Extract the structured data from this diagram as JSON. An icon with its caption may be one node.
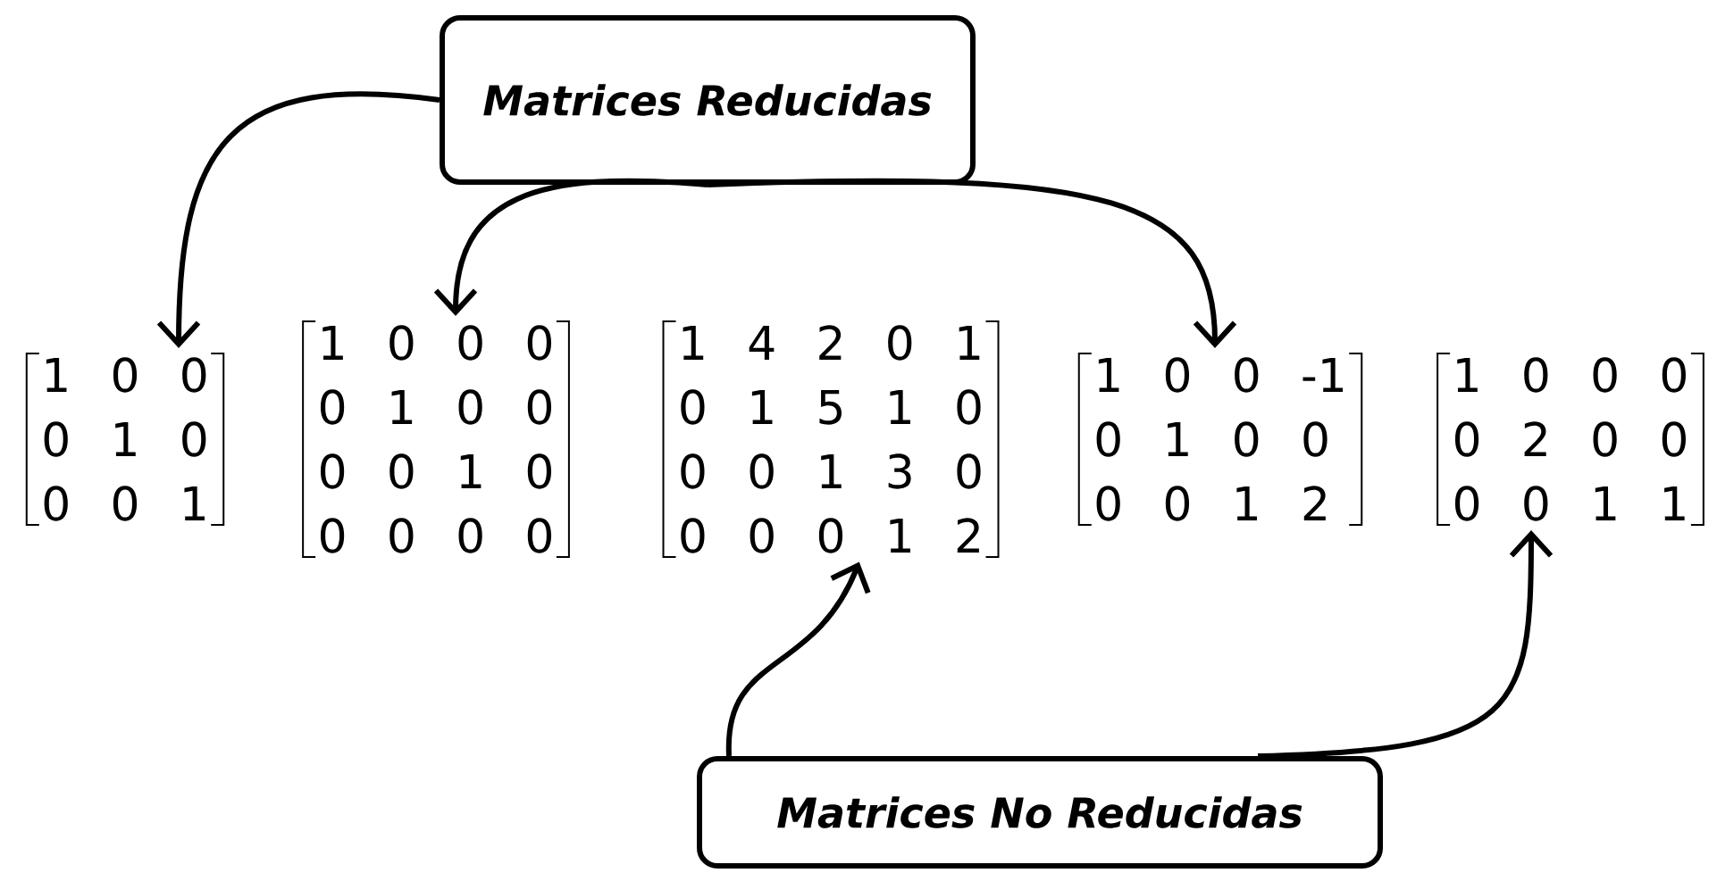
{
  "diagram": {
    "nodes": [
      {
        "text": [
          "Matrices Reducidas"
        ]
      },
      {
        "text": [
          "1 0 0",
          "0 1 0",
          "0 0 1"
        ]
      },
      {
        "text": [
          "1 0 0 0",
          "0 1 0 0",
          "0 0 1 0",
          "0 0 0 0"
        ]
      },
      {
        "text": [
          "1 4 2 0 1",
          "0 1 5 1 0",
          "0 0 1 3 0",
          "0 0 0 1 2"
        ]
      },
      {
        "text": [
          "1 0 0 -1",
          "0 1 0 0",
          "0 0 1 2"
        ]
      },
      {
        "text": [
          "1 0 0 0",
          "0 2 0 0",
          "0 0 1 1"
        ]
      },
      {
        "text": [
          "Matrices No Reducidas"
        ]
      }
    ],
    "edges": [
      {
        "from": 0,
        "to": 1,
        "arrow": "to"
      },
      {
        "from": 0,
        "to": 2,
        "arrow": "to"
      },
      {
        "from": 0,
        "to": 4,
        "arrow": "to"
      },
      {
        "from": 6,
        "to": 3,
        "arrow": "to"
      },
      {
        "from": 6,
        "to": 5,
        "arrow": "to"
      }
    ]
  }
}
